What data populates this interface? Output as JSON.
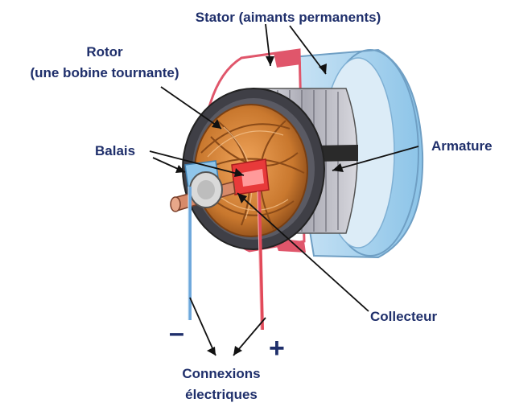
{
  "labels": {
    "stator": "Stator (aimants permanents)",
    "rotor_line1": "Rotor",
    "rotor_line2": "(une bobine tournante)",
    "balais": "Balais",
    "armature": "Armature",
    "collecteur": "Collecteur",
    "connexions_line1": "Connexions",
    "connexions_line2": "électriques",
    "minus": "–",
    "plus": "+"
  },
  "colors": {
    "label_text": "#1f2f6b",
    "stator_red": "#e0566b",
    "stator_blue": "#9fd0ee",
    "armature_grey": "#b8b8c2",
    "copper": "#c9782e",
    "wire_red": "#e24a5a",
    "wire_blue": "#6fa8dc"
  }
}
